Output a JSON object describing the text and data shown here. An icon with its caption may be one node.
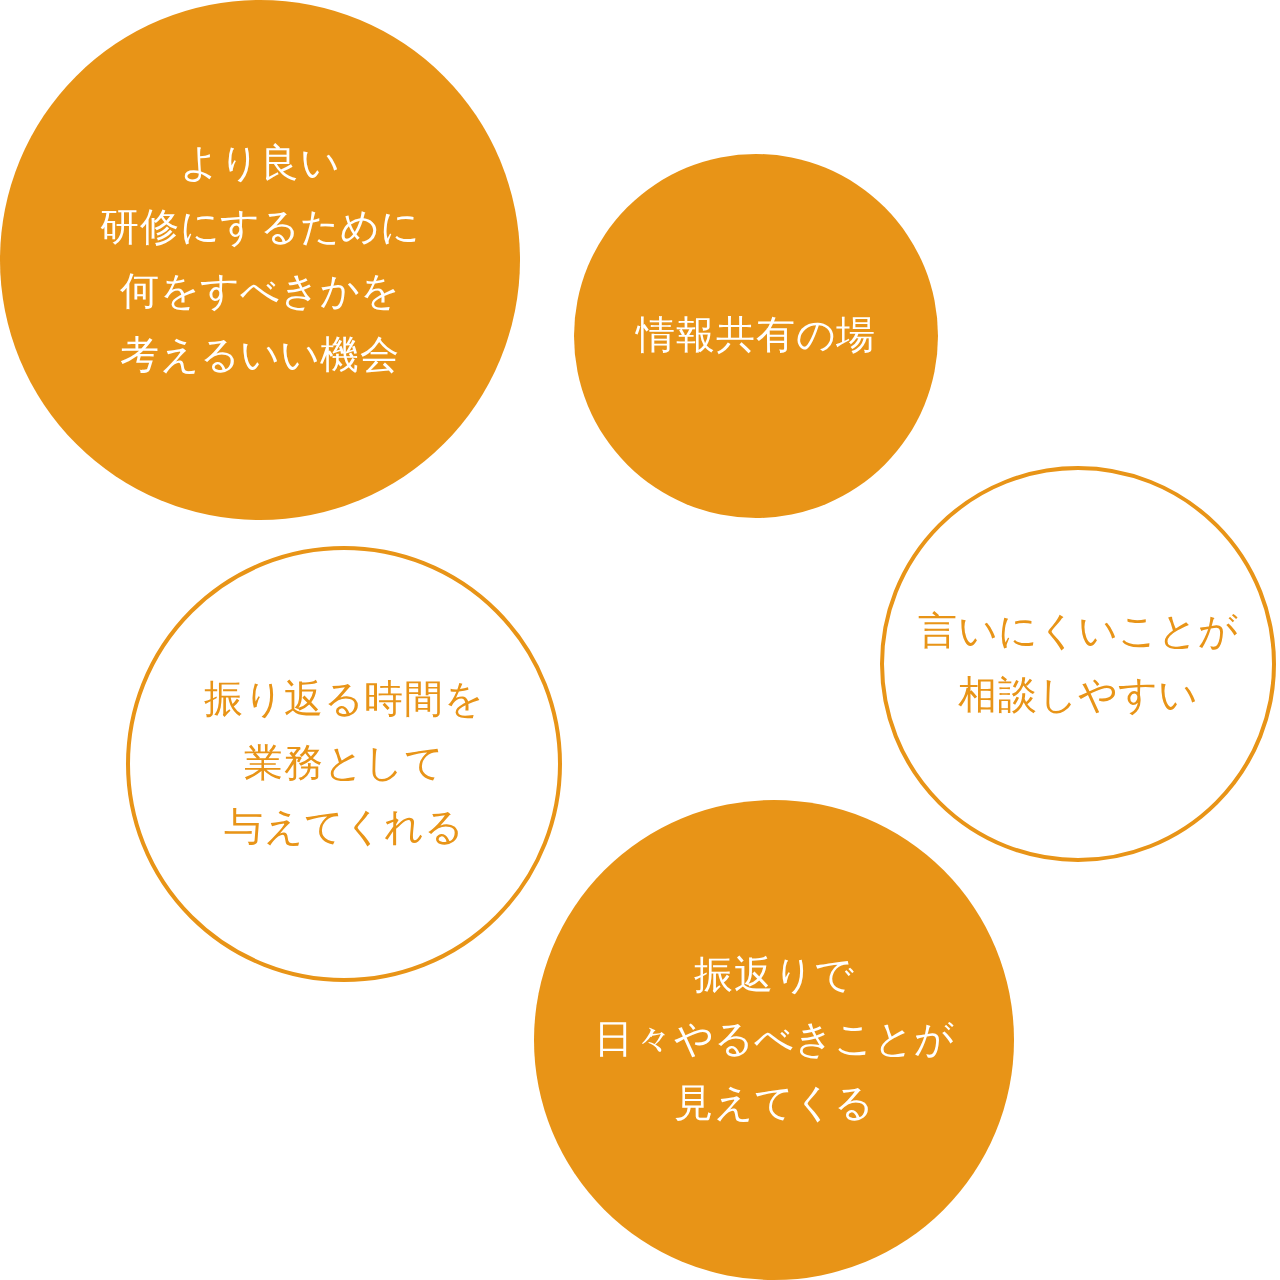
{
  "diagram": {
    "nodes": [
      {
        "text": [
          "より良い研修にするために何をすべきかを考えるいい機会"
        ]
      },
      {
        "text": [
          "情報共有の場"
        ]
      },
      {
        "text": [
          "言いにくいことが相談しやすい"
        ]
      },
      {
        "text": [
          "振り返る時間を業務として与えてくれる"
        ]
      },
      {
        "text": [
          "振返りで日々やるべきことが見えてくる"
        ]
      }
    ]
  }
}
